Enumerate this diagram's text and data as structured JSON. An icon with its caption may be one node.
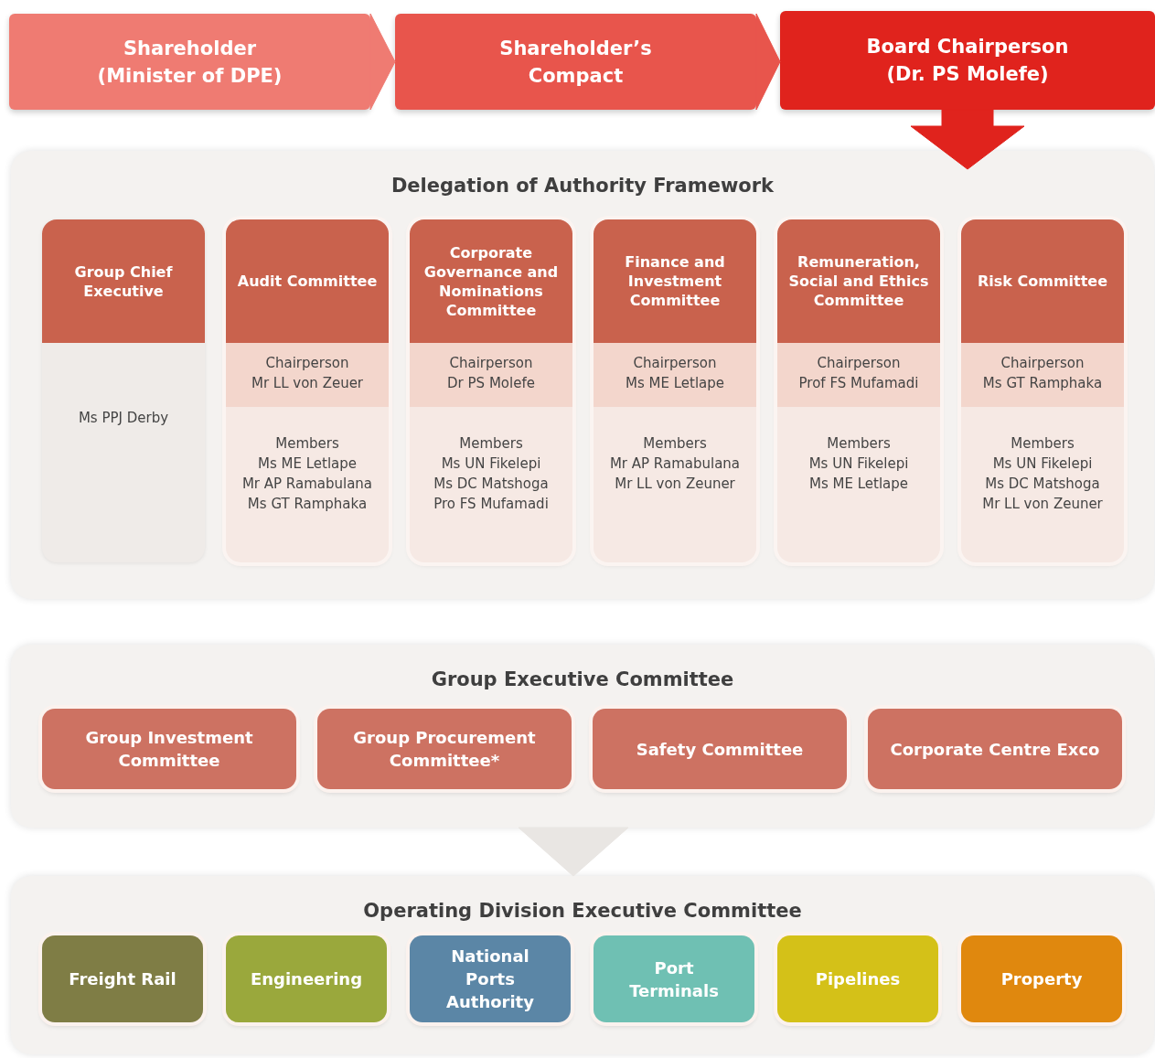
{
  "diagram": {
    "nodes": [
      {
        "text": [
          "Shareholder (Minister of DPE)"
        ]
      },
      {
        "text": [
          "Shareholder’s Compact"
        ]
      },
      {
        "text": [
          "Board Chairperson (Dr. PS Molefe)"
        ]
      },
      {
        "text": [
          "Delegation of Authority Framework"
        ]
      },
      {
        "text": [
          "Group Chief Executive",
          "Ms PPJ Derby"
        ],
        "in": 3
      },
      {
        "text": [
          "Audit Committee",
          "Chairperson",
          "Mr LL von Zeuer",
          "Members",
          "Ms ME Letlape",
          "Mr AP Ramabulana",
          "Ms GT Ramphaka"
        ],
        "in": 3
      },
      {
        "text": [
          "Corporate Governance and Nominations Committee",
          "Chairperson",
          "Dr PS Molefe",
          "Members",
          "Ms UN Fikelepi",
          "Ms DC Matshoga",
          "Pro FS Mufamadi"
        ],
        "in": 3
      },
      {
        "text": [
          "Finance and Investment Committee",
          "Chairperson",
          "Ms ME Letlape",
          "Members",
          "Mr AP Ramabulana",
          "Mr LL von Zeuner"
        ],
        "in": 3
      },
      {
        "text": [
          "Remuneration, Social and Ethics Committee",
          "Chairperson",
          "Prof FS Mufamadi",
          "Members",
          "Ms UN Fikelepi",
          "Ms ME Letlape"
        ],
        "in": 3
      },
      {
        "text": [
          "Risk Committee",
          "Chairperson",
          "Ms GT Ramphaka",
          "Members",
          "Ms UN Fikelepi",
          "Ms DC Matshoga",
          "Mr LL von Zeuner"
        ],
        "in": 3
      },
      {
        "text": [
          "Group Executive Committee"
        ]
      },
      {
        "text": [
          "Group Investment Committee"
        ],
        "in": 10
      },
      {
        "text": [
          "Group Procurement Committee*"
        ],
        "in": 10
      },
      {
        "text": [
          "Safety Committee"
        ],
        "in": 10
      },
      {
        "text": [
          "Corporate Centre Exco"
        ],
        "in": 10
      },
      {
        "text": [
          "Operating Division Executive Committee"
        ]
      },
      {
        "text": [
          "Freight Rail"
        ],
        "in": 15
      },
      {
        "text": [
          "Engineering"
        ],
        "in": 15
      },
      {
        "text": [
          "National Ports Authority"
        ],
        "in": 15
      },
      {
        "text": [
          "Port Terminals"
        ],
        "in": 15
      },
      {
        "text": [
          "Pipelines"
        ],
        "in": 15
      },
      {
        "text": [
          "Property"
        ],
        "in": 15
      }
    ],
    "edges": [
      {
        "from": 0,
        "to": 1,
        "arrow": "to"
      },
      {
        "from": 1,
        "to": 2,
        "arrow": "to"
      },
      {
        "from": 2,
        "to": 3,
        "arrow": "to"
      },
      {
        "from": 10,
        "to": 15,
        "arrow": "to"
      }
    ]
  }
}
